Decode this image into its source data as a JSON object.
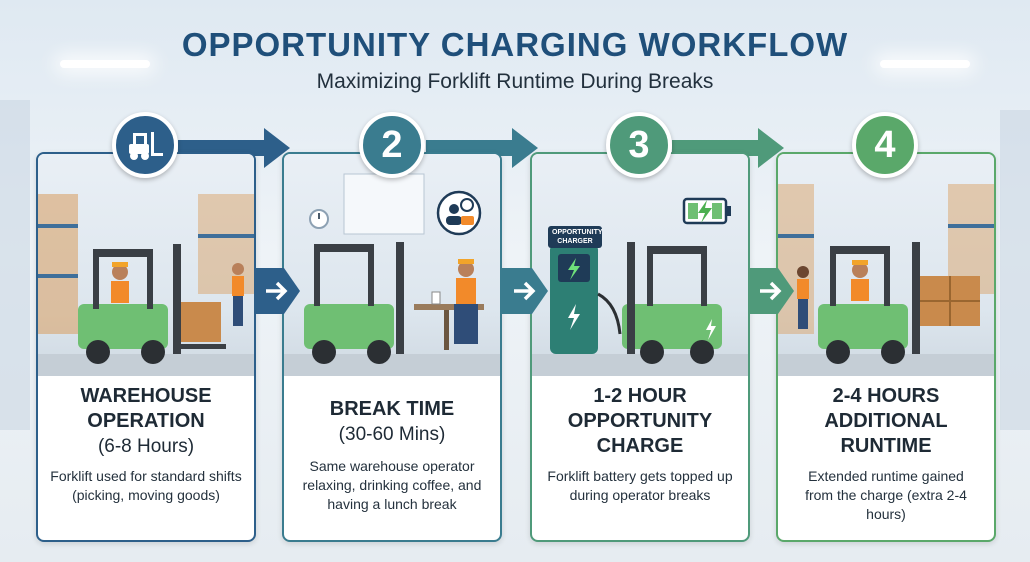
{
  "title": "OPPORTUNITY CHARGING WORKFLOW",
  "subtitle": "Maximizing Forklift Runtime During Breaks",
  "colors": {
    "step1": "#2d5f8a",
    "step2": "#3a7c8f",
    "step3": "#4f9a7a",
    "step4": "#5aa86a",
    "title": "#1f4f7a",
    "forklift_body": "#6fbf73",
    "forklift_dark": "#3a3f45"
  },
  "steps": [
    {
      "badge_icon": "forklift-icon",
      "heading": "WAREHOUSE OPERATION",
      "sub": "(6-8 Hours)",
      "desc": "Forklift used for standard shifts (picking, moving goods)"
    },
    {
      "badge": "2",
      "icon": "operator-clock-icon",
      "heading": "BREAK TIME",
      "sub": "(30-60 Mins)",
      "desc": "Same warehouse operator relaxing, drinking coffee, and having a lunch break"
    },
    {
      "badge": "3",
      "icon": "battery-charging-icon",
      "charger_label": "OPPORTUNITY CHARGER",
      "heading": "1-2 HOUR OPPORTUNITY CHARGE",
      "sub": "",
      "desc": "Forklift battery gets topped up during operator breaks"
    },
    {
      "badge": "4",
      "heading": "2-4 HOURS ADDITIONAL RUNTIME",
      "sub": "",
      "desc": "Extended runtime gained from the charge (extra 2-4 hours)"
    }
  ]
}
